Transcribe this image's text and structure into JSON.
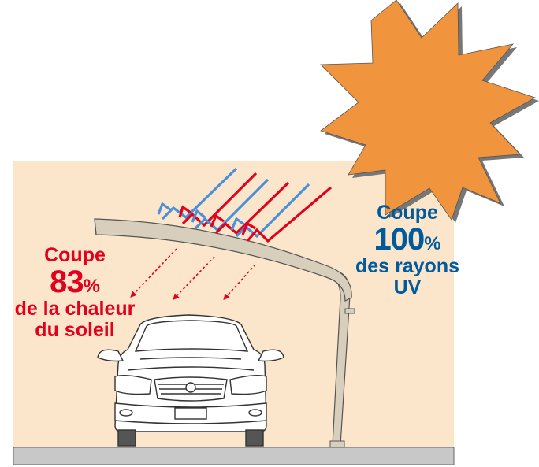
{
  "colors": {
    "background_panel": "#fbe6cc",
    "ground": "#c8c8c8",
    "sun": "#f0953e",
    "sun_outline": "#555555",
    "roof": "#d7cebb",
    "heat_text": "#e3001b",
    "uv_text": "#005a9c",
    "heat_arrow": "#e3001b",
    "uv_arrow": "#4a90d9"
  },
  "heat_label": {
    "line1": "Coupe",
    "value": "83",
    "unit": "%",
    "line3": "de la chaleur",
    "line4": "du soleil"
  },
  "uv_label": {
    "line1": "Coupe",
    "value": "100",
    "unit": "%",
    "line3": "des rayons",
    "line4": "UV"
  },
  "icons": [
    "sun-icon",
    "carport-icon",
    "car-icon",
    "reflected-ray-arrows",
    "transmitted-ray-arrows"
  ]
}
